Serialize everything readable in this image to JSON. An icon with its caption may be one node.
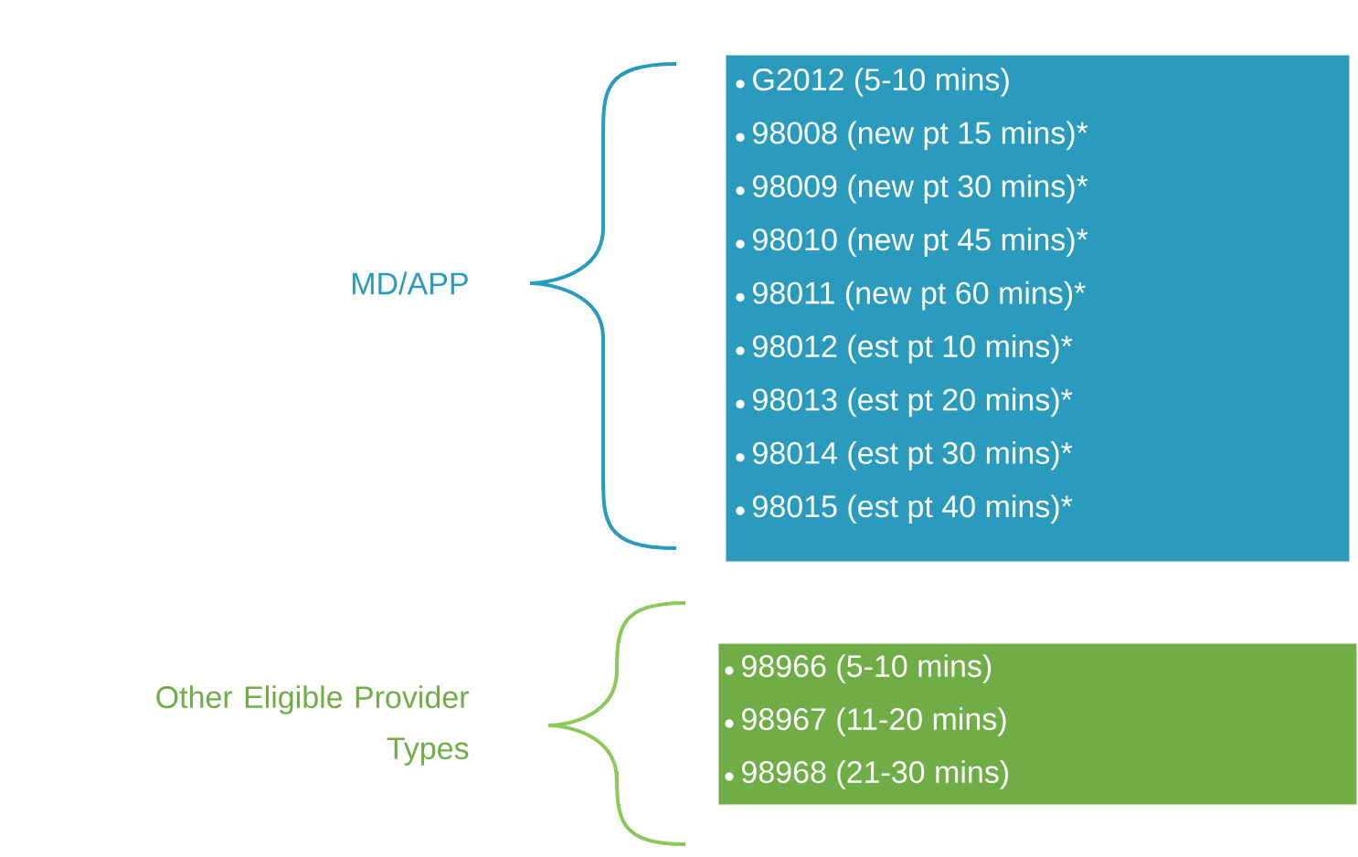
{
  "diagram": {
    "nodes": [
      {
        "text": [
          "G2012 (5-10 mins)",
          "98008 (new pt 15 mins)*",
          "98009 (new pt 30 mins)*",
          "98010  (new pt 45 mins)*",
          "98011 (new pt 60 mins)*",
          "98012 (est pt 10 mins)*",
          "98013 (est pt 20 mins)*",
          "98014 (est pt 30 mins)*",
          "98015 (est pt 40 mins)*"
        ]
      },
      {
        "text": [
          "98966 (5-10 mins)",
          "98967 (11-20 mins)",
          "98968 (21-30 mins)"
        ]
      }
    ],
    "labels": [
      "MD/APP",
      "Other Eligible Provider Types"
    ]
  }
}
